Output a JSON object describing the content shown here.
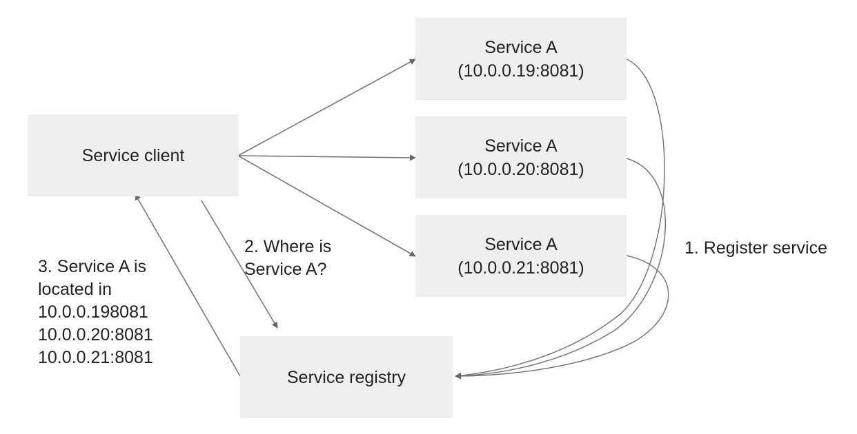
{
  "nodes": {
    "client": {
      "label": "Service client"
    },
    "service_a_1": {
      "name": "Service A",
      "address": "(10.0.0.19:8081)"
    },
    "service_a_2": {
      "name": "Service A",
      "address": "(10.0.0.20:8081)"
    },
    "service_a_3": {
      "name": "Service A",
      "address": "(10.0.0.21:8081)"
    },
    "registry": {
      "label": "Service registry"
    }
  },
  "edge_labels": {
    "register": "1. Register service",
    "query": [
      "2. Where is",
      "Service A?"
    ],
    "response": [
      "3. Service A is",
      "located in",
      "10.0.0.198081",
      "10.0.0.20:8081",
      "10.0.0.21:8081"
    ]
  },
  "colors": {
    "box_fill": "#efefef",
    "arrow": "#666666",
    "text": "#222222"
  }
}
